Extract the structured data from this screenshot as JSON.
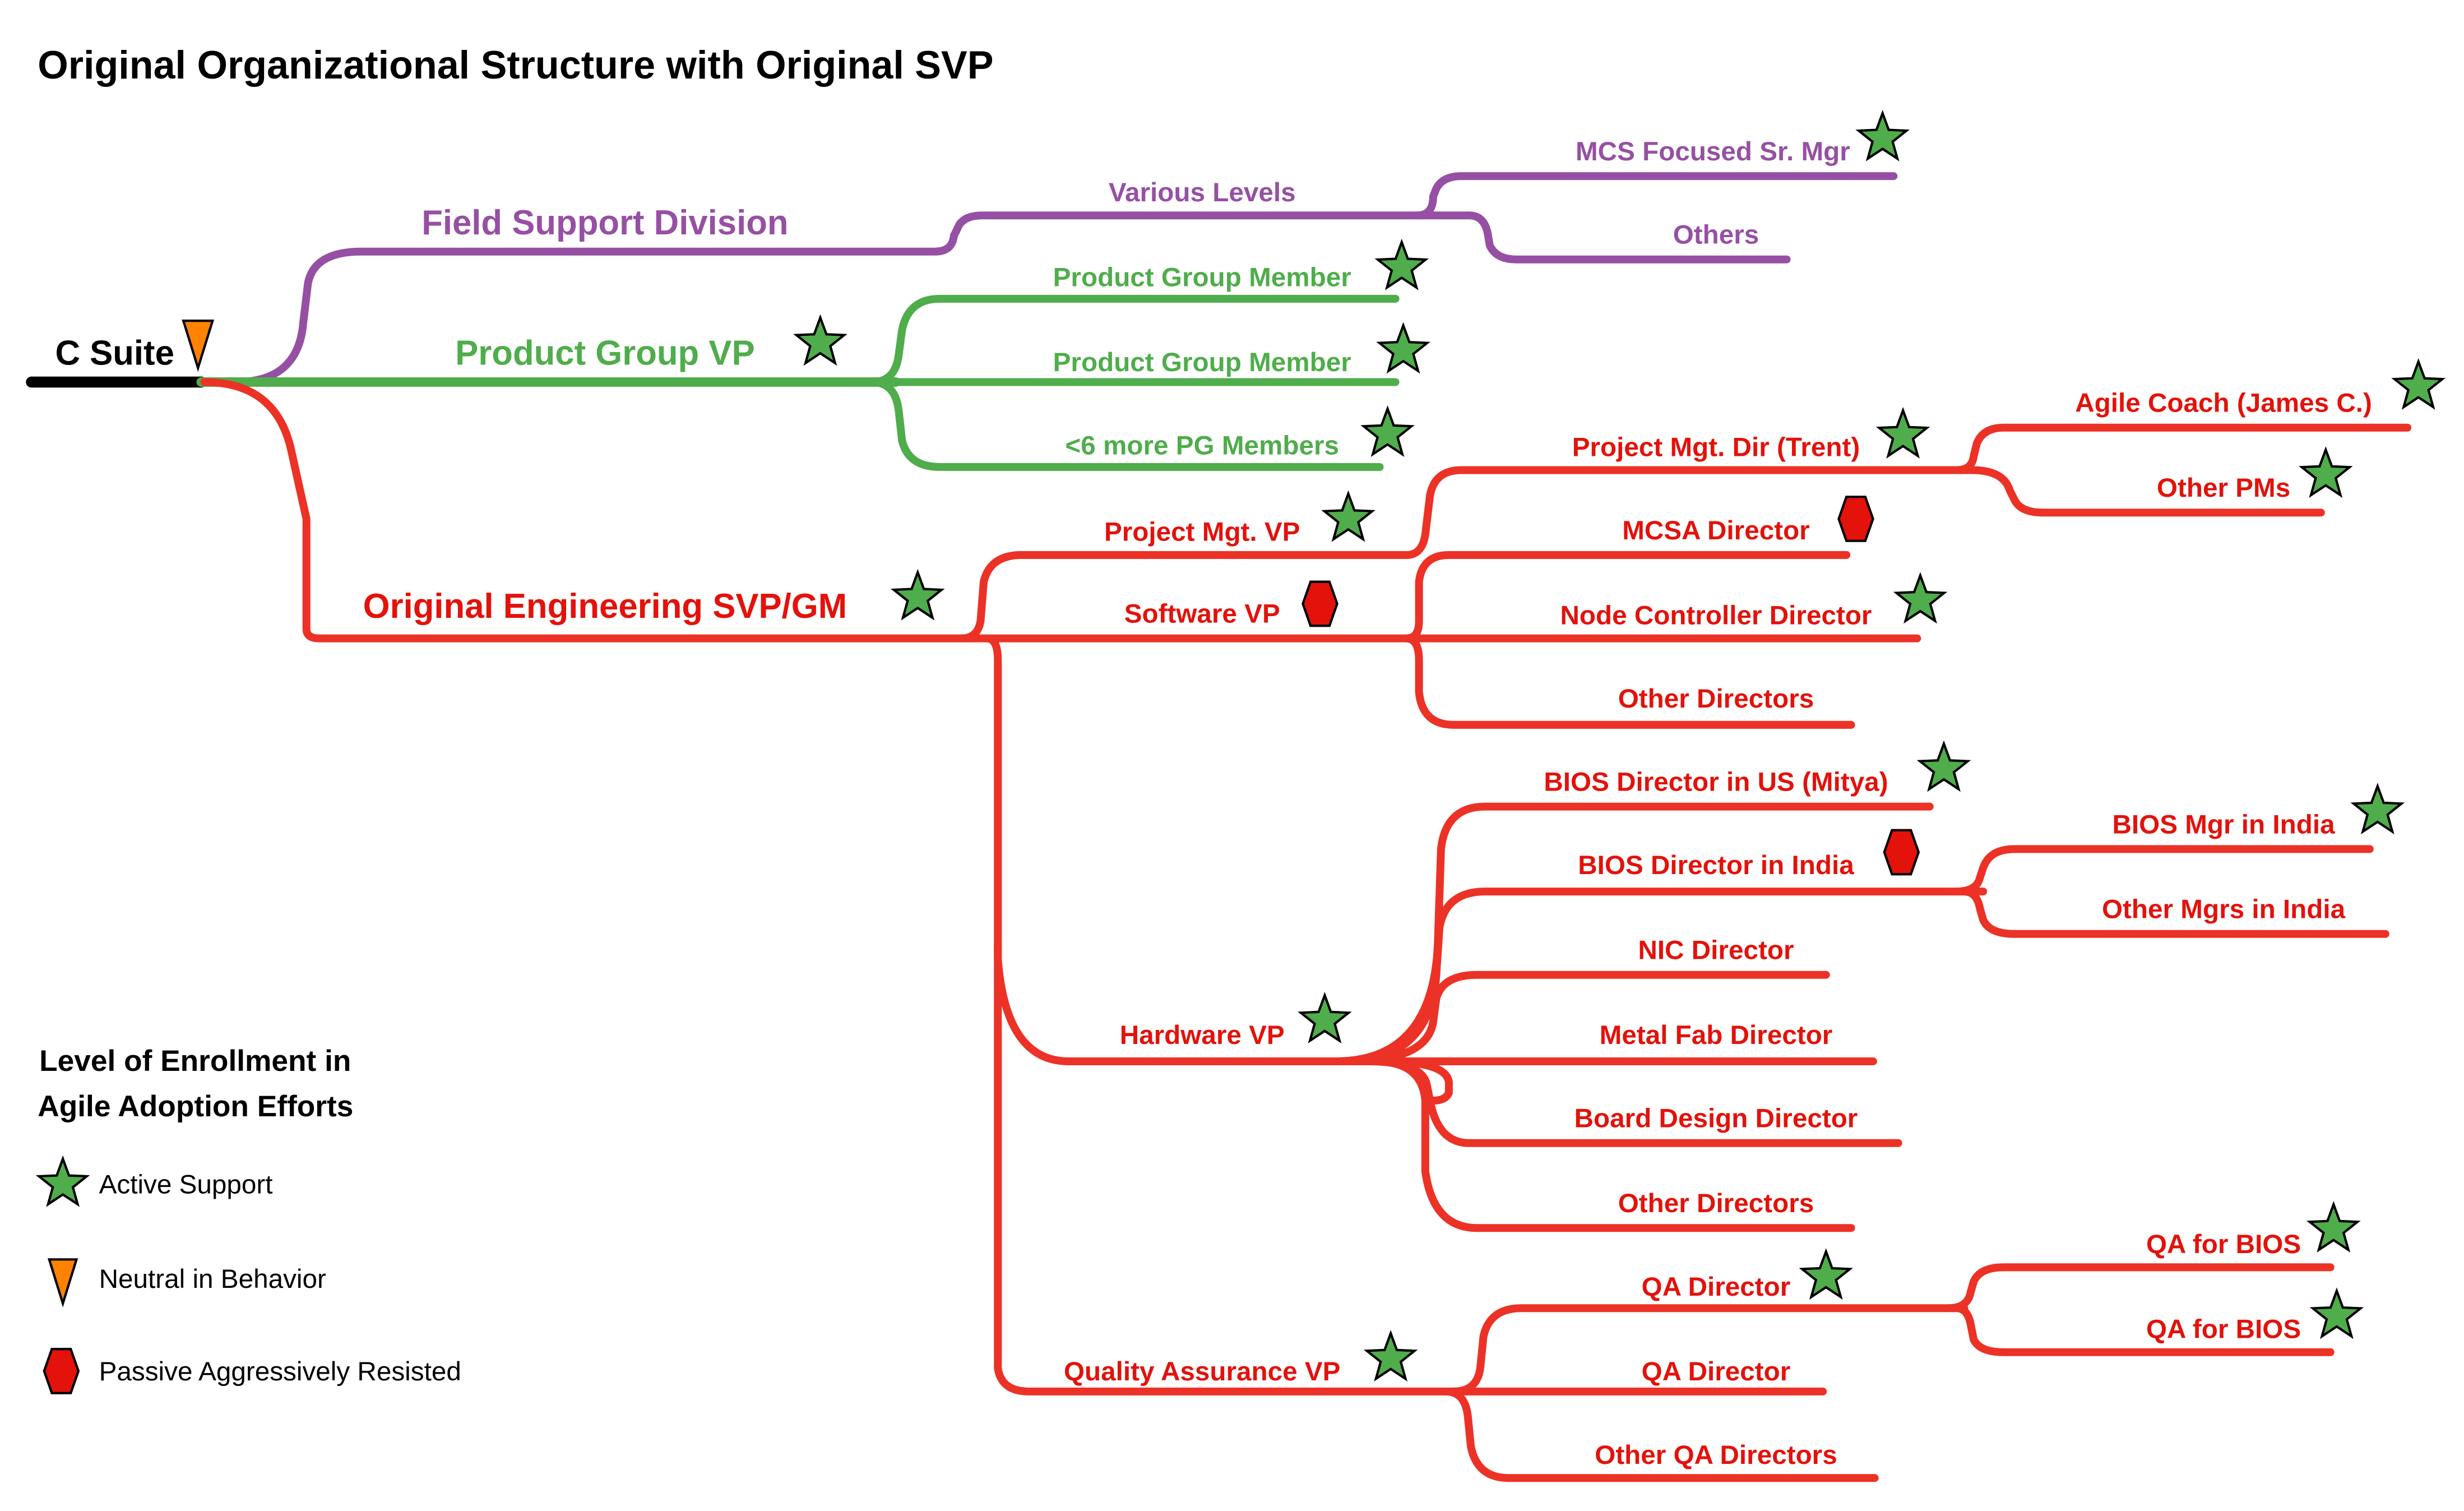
{
  "title": "Original Organizational Structure with Original SVP",
  "colors": {
    "purple": "#9650a3",
    "green": "#4fad4b",
    "red": "#ec3226",
    "red_text": "#e3120b",
    "black": "#000000",
    "star": "#4fad4b",
    "triangle": "#ff8200",
    "hexagon": "#e3120b"
  },
  "root": {
    "label": "C Suite",
    "status": "neutral"
  },
  "branches": {
    "field_support": {
      "label": "Field Support Division",
      "color": "purple",
      "child": {
        "label": "Various Levels",
        "children": [
          {
            "label": "MCS Focused Sr. Mgr",
            "status": "active"
          },
          {
            "label": "Others",
            "status": "none"
          }
        ]
      }
    },
    "product_group": {
      "label": "Product Group VP",
      "status": "active",
      "color": "green",
      "children": [
        {
          "label": "Product Group Member",
          "status": "active"
        },
        {
          "label": "Product Group Member",
          "status": "active"
        },
        {
          "label": "<6 more PG Members",
          "status": "active"
        }
      ]
    },
    "engineering": {
      "label": "Original Engineering SVP/GM",
      "status": "active",
      "color": "red",
      "project_mgt": {
        "label": "Project Mgt. VP",
        "status": "active",
        "dir": {
          "label": "Project Mgt. Dir (Trent)",
          "status": "active",
          "children": [
            {
              "label": "Agile Coach (James C.)",
              "status": "active"
            },
            {
              "label": "Other PMs",
              "status": "active"
            }
          ]
        }
      },
      "software": {
        "label": "Software VP",
        "status": "resisted",
        "children": [
          {
            "label": "MCSA Director",
            "status": "resisted"
          },
          {
            "label": "Node Controller Director",
            "status": "active"
          },
          {
            "label": "Other Directors",
            "status": "none"
          }
        ]
      },
      "hardware": {
        "label": "Hardware VP",
        "status": "active",
        "children": [
          {
            "label": "BIOS Director in US (Mitya)",
            "status": "active"
          },
          {
            "label": "BIOS Director in India",
            "status": "resisted",
            "children": [
              {
                "label": "BIOS Mgr in India",
                "status": "active"
              },
              {
                "label": "Other Mgrs in India",
                "status": "none"
              }
            ]
          },
          {
            "label": "NIC Director",
            "status": "none"
          },
          {
            "label": "Metal Fab Director",
            "status": "none"
          },
          {
            "label": "Board Design Director",
            "status": "none"
          },
          {
            "label": "Other Directors",
            "status": "none"
          }
        ]
      },
      "qa": {
        "label": "Quality Assurance VP",
        "status": "active",
        "children": [
          {
            "label": "QA Director",
            "status": "active",
            "children": [
              {
                "label": "QA for BIOS",
                "status": "active"
              },
              {
                "label": "QA for BIOS",
                "status": "active"
              }
            ]
          },
          {
            "label": "QA Director",
            "status": "none"
          },
          {
            "label": "Other QA Directors",
            "status": "none"
          }
        ]
      }
    }
  },
  "legend": {
    "title_line1": "Level of Enrollment in",
    "title_line2": "Agile Adoption Efforts",
    "items": [
      {
        "status": "active",
        "icon": "star-icon",
        "label": "Active Support"
      },
      {
        "status": "neutral",
        "icon": "triangle-down-icon",
        "label": "Neutral in Behavior"
      },
      {
        "status": "resisted",
        "icon": "hexagon-icon",
        "label": "Passive Aggressively Resisted"
      }
    ]
  }
}
